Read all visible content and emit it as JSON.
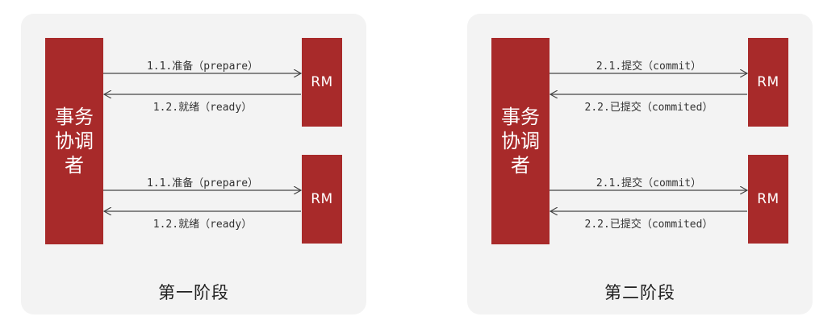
{
  "colors": {
    "node_fill": "#a82a2a",
    "node_text": "#ffffff",
    "panel_bg": "#f3f3f3",
    "arrow": "#444444"
  },
  "panels": [
    {
      "coordinator": "事务协调者",
      "rm_top": "RM",
      "rm_bottom": "RM",
      "top_request": "1.1.准备（prepare）",
      "top_response": "1.2.就绪（ready）",
      "bottom_request": "1.1.准备（prepare）",
      "bottom_response": "1.2.就绪（ready）",
      "title": "第一阶段"
    },
    {
      "coordinator": "事务协调者",
      "rm_top": "RM",
      "rm_bottom": "RM",
      "top_request": "2.1.提交（commit）",
      "top_response": "2.2.已提交（commited）",
      "bottom_request": "2.1.提交（commit）",
      "bottom_response": "2.2.已提交（commited）",
      "title": "第二阶段"
    }
  ]
}
